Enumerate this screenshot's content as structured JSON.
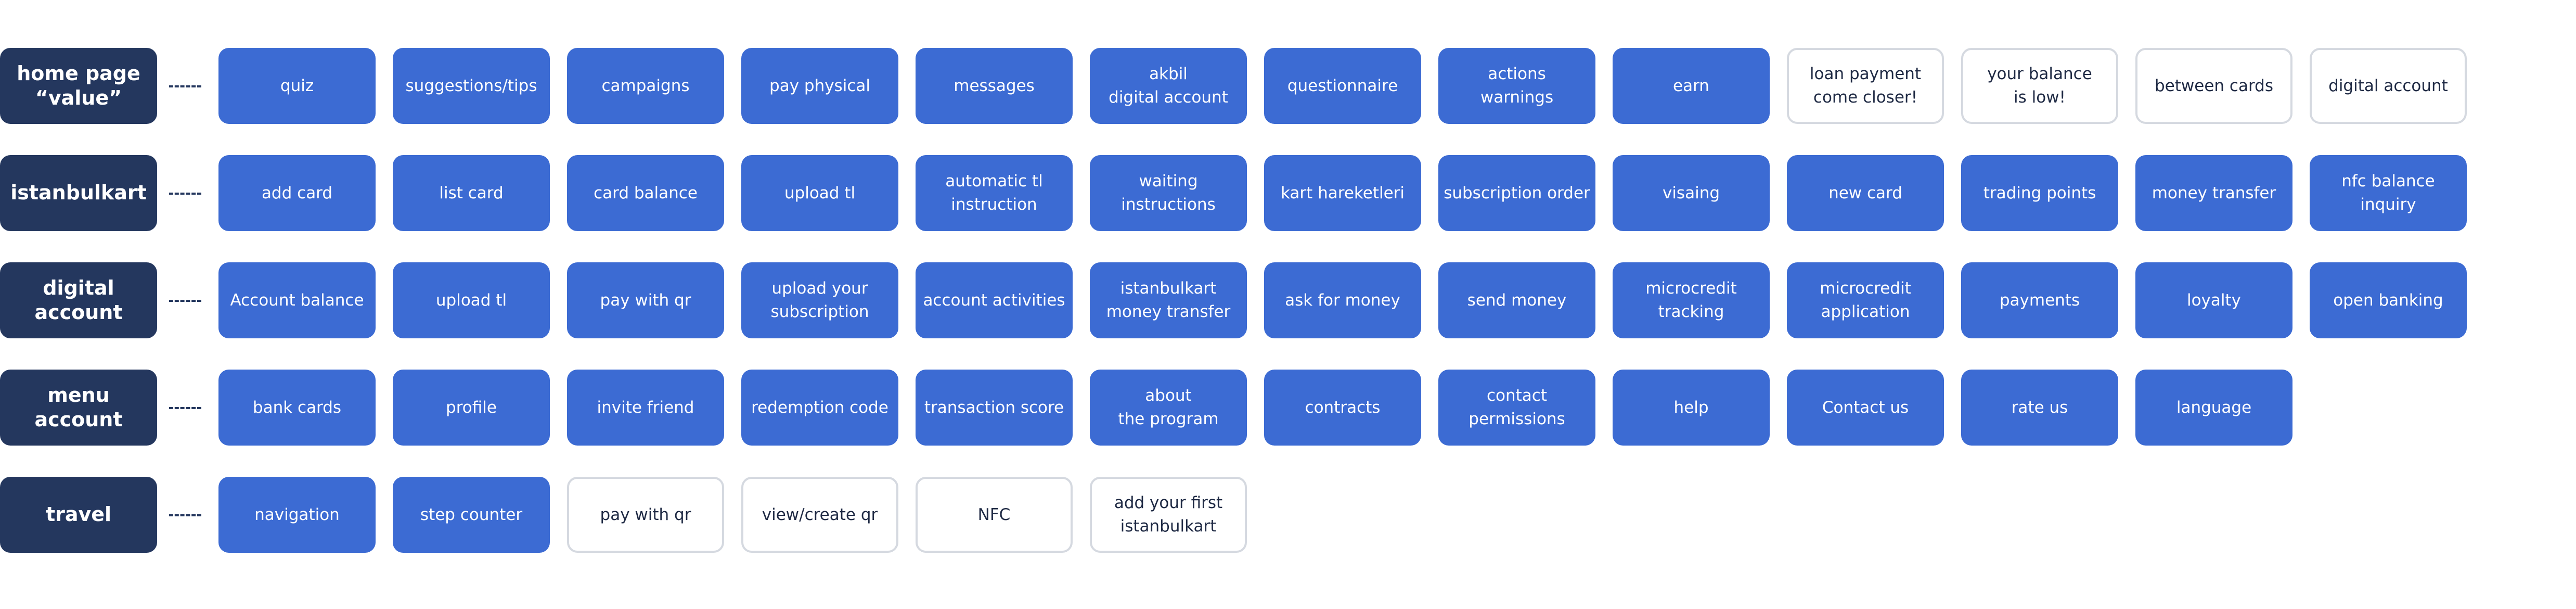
{
  "colors": {
    "label_bg": "#24375e",
    "chip_filled": "#3c6bd3",
    "chip_outline": "#d5d9e0",
    "outlined_text": "#1f2a44"
  },
  "rows": [
    {
      "label": "home page\n“value”",
      "items": [
        {
          "text": "quiz",
          "style": "filled"
        },
        {
          "text": "suggestions/tips",
          "style": "filled"
        },
        {
          "text": "campaigns",
          "style": "filled"
        },
        {
          "text": "pay physical",
          "style": "filled"
        },
        {
          "text": "messages",
          "style": "filled"
        },
        {
          "text": "akbil\ndigital account",
          "style": "filled"
        },
        {
          "text": "questionnaire",
          "style": "filled"
        },
        {
          "text": "actions\nwarnings",
          "style": "filled"
        },
        {
          "text": "earn",
          "style": "filled"
        },
        {
          "text": "loan payment\ncome closer!",
          "style": "outlined"
        },
        {
          "text": "your balance\nis low!",
          "style": "outlined"
        },
        {
          "text": "between cards",
          "style": "outlined"
        },
        {
          "text": "digital account",
          "style": "outlined"
        }
      ]
    },
    {
      "label": "istanbulkart",
      "items": [
        {
          "text": "add card",
          "style": "filled"
        },
        {
          "text": "list card",
          "style": "filled"
        },
        {
          "text": "card balance",
          "style": "filled"
        },
        {
          "text": "upload tl",
          "style": "filled"
        },
        {
          "text": "automatic tl\ninstruction",
          "style": "filled"
        },
        {
          "text": "waiting\ninstructions",
          "style": "filled"
        },
        {
          "text": "kart hareketleri",
          "style": "filled"
        },
        {
          "text": "subscription order",
          "style": "filled"
        },
        {
          "text": "visaing",
          "style": "filled"
        },
        {
          "text": "new card",
          "style": "filled"
        },
        {
          "text": "trading points",
          "style": "filled"
        },
        {
          "text": "money transfer",
          "style": "filled"
        },
        {
          "text": "nfc balance\ninquiry",
          "style": "filled"
        }
      ]
    },
    {
      "label": "digital account",
      "items": [
        {
          "text": "Account balance",
          "style": "filled"
        },
        {
          "text": "upload tl",
          "style": "filled"
        },
        {
          "text": "pay with qr",
          "style": "filled"
        },
        {
          "text": "upload your\nsubscription",
          "style": "filled"
        },
        {
          "text": "account activities",
          "style": "filled"
        },
        {
          "text": "istanbulkart\nmoney transfer",
          "style": "filled"
        },
        {
          "text": "ask for money",
          "style": "filled"
        },
        {
          "text": "send money",
          "style": "filled"
        },
        {
          "text": "microcredit\ntracking",
          "style": "filled"
        },
        {
          "text": "microcredit\napplication",
          "style": "filled"
        },
        {
          "text": "payments",
          "style": "filled"
        },
        {
          "text": "loyalty",
          "style": "filled"
        },
        {
          "text": "open banking",
          "style": "filled"
        }
      ]
    },
    {
      "label": "menu\naccount",
      "items": [
        {
          "text": "bank cards",
          "style": "filled"
        },
        {
          "text": "profile",
          "style": "filled"
        },
        {
          "text": "invite friend",
          "style": "filled"
        },
        {
          "text": "redemption code",
          "style": "filled"
        },
        {
          "text": "transaction score",
          "style": "filled"
        },
        {
          "text": "about\nthe program",
          "style": "filled"
        },
        {
          "text": "contracts",
          "style": "filled"
        },
        {
          "text": "contact\npermissions",
          "style": "filled"
        },
        {
          "text": "help",
          "style": "filled"
        },
        {
          "text": "Contact us",
          "style": "filled"
        },
        {
          "text": "rate us",
          "style": "filled"
        },
        {
          "text": "language",
          "style": "filled"
        }
      ]
    },
    {
      "label": "travel",
      "items": [
        {
          "text": "navigation",
          "style": "filled"
        },
        {
          "text": "step counter",
          "style": "filled"
        },
        {
          "text": "pay with qr",
          "style": "outlined"
        },
        {
          "text": "view/create qr",
          "style": "outlined"
        },
        {
          "text": "NFC",
          "style": "outlined"
        },
        {
          "text": "add your first\nistanbulkart",
          "style": "outlined"
        }
      ]
    }
  ]
}
